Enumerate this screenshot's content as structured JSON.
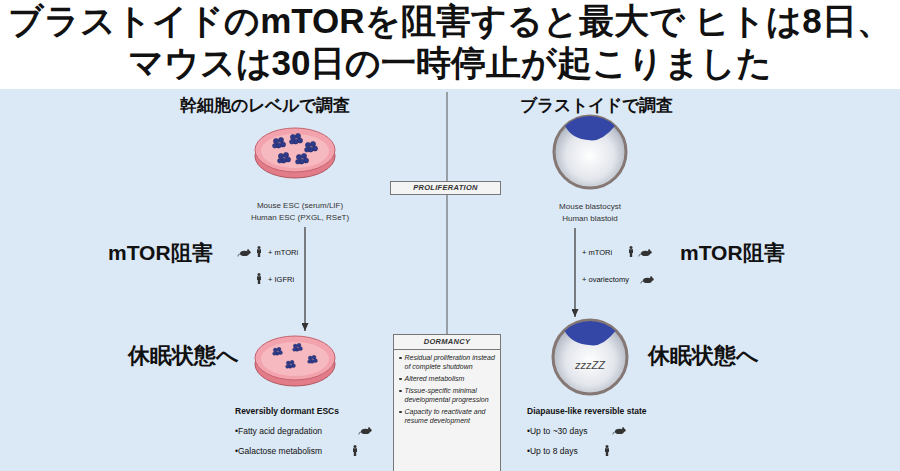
{
  "diagram": {
    "title": "ブラストイドのmTORを阻害すると最大で ヒトは8日、マウスは30日の一時停止が起こりました",
    "nodes": [
      {
        "text": [
          "Mouse ESC (serum/LIF)",
          "Human ESC (PXGL, RSeT)"
        ]
      },
      {
        "text": [
          "Reversibly dormant ESCs",
          "•Fatty acid degradation",
          "•Galactose metabolism"
        ]
      },
      {
        "text": [
          "PROLIFERATION"
        ]
      },
      {
        "text": [
          "DORMANCY",
          "Residual proliferation instead of complete shutdown",
          "Altered metabolism",
          "Tissue-specific minimal developmental progression",
          "Capacity to reactivate and resume development"
        ]
      },
      {
        "text": [
          "Mouse blastocyst",
          "Human blastoid"
        ]
      },
      {
        "text": [
          "zzzZZ",
          "Diapause-like reversible state",
          "•Up to ~30 days",
          "•Up to 8 days"
        ]
      }
    ],
    "edges": [
      {
        "from": 0,
        "to": 1,
        "arrow": "to"
      },
      {
        "from": 4,
        "to": 5,
        "arrow": "to"
      }
    ],
    "labels": [
      "幹細胞のレベルで調査",
      "ブラストイドで調査",
      "mTOR阻害",
      "+ mTORi",
      "+ IGFRi",
      "+ mTORi",
      "+ ovariectomy",
      "mTOR阻害",
      "休眠状態へ",
      "休眠状態へ"
    ]
  }
}
